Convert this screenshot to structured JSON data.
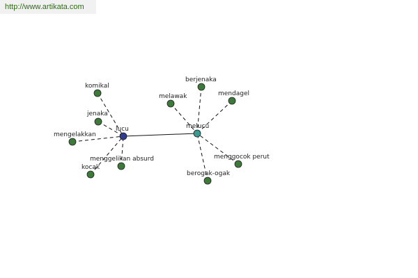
{
  "header": {
    "url": "http://www.artikata.com",
    "url_color": "#2e6e12"
  },
  "colors": {
    "hub_a": "#2f3b8e",
    "hub_b": "#3a9a92",
    "leaf": "#3d7a3a",
    "node_stroke": "#1e1e1e",
    "edge": "#111111"
  },
  "graph": {
    "hubs": [
      {
        "id": "lucu",
        "label": "lucu",
        "color_key": "hub_a"
      },
      {
        "id": "melucu",
        "label": "melucu",
        "color_key": "hub_b"
      }
    ],
    "leaves": [
      {
        "id": "komikal",
        "label": "komikal",
        "hub": "lucu"
      },
      {
        "id": "jenaka",
        "label": "jenaka",
        "hub": "lucu"
      },
      {
        "id": "mengelakkan",
        "label": "mengelakkan",
        "hub": "lucu"
      },
      {
        "id": "kocak",
        "label": "kocak",
        "hub": "lucu"
      },
      {
        "id": "menggelikan-absurd",
        "label": "menggelikan absurd",
        "hub": "lucu"
      },
      {
        "id": "berjenaka",
        "label": "berjenaka",
        "hub": "melucu"
      },
      {
        "id": "melawak",
        "label": "melawak",
        "hub": "melucu"
      },
      {
        "id": "mendagel",
        "label": "mendagel",
        "hub": "melucu"
      },
      {
        "id": "menggocok-perut",
        "label": "menggocok perut",
        "hub": "melucu"
      },
      {
        "id": "berogak-ogak",
        "label": "berogak-ogak",
        "hub": "melucu"
      }
    ],
    "links": [
      {
        "from": "lucu",
        "to": "melucu",
        "style": "solid"
      }
    ]
  }
}
